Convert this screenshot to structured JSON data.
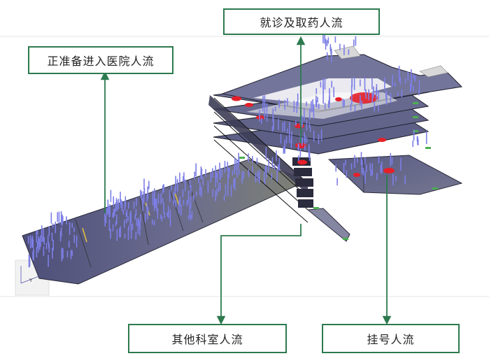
{
  "labels": {
    "entering": "正准备进入医院人流",
    "consultation": "就诊及取药人流",
    "other_departments": "其他科室人流",
    "registration": "挂号人流"
  },
  "axis_indicator": {
    "y": "Y"
  },
  "colors": {
    "label_border": "#2d7a4f",
    "arrow": "#2d7a4f",
    "floor_fill": "#6b6d8f",
    "pedestrian": "#7d7fe6",
    "hotspot": "#e5202a"
  }
}
